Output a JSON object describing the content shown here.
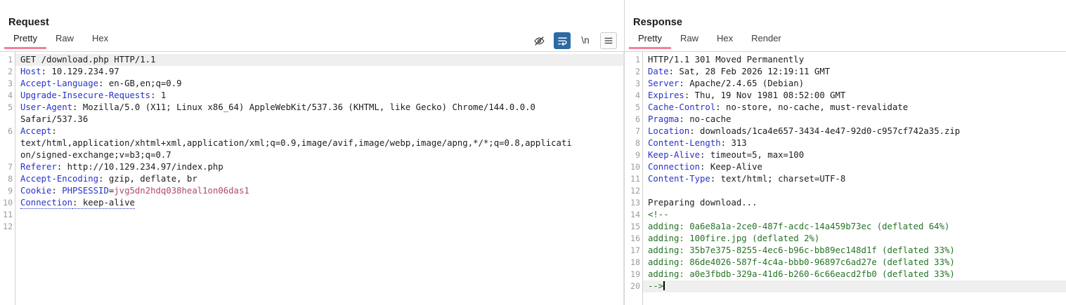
{
  "request": {
    "title": "Request",
    "tabs": [
      {
        "label": "Pretty",
        "active": true
      },
      {
        "label": "Raw",
        "active": false
      },
      {
        "label": "Hex",
        "active": false
      }
    ],
    "tools": [
      {
        "name": "eye-slash-icon",
        "label": ""
      },
      {
        "name": "word-wrap-icon",
        "label": ""
      },
      {
        "name": "newline-icon",
        "label": "\\n"
      },
      {
        "name": "menu-icon",
        "label": ""
      }
    ],
    "lines": [
      {
        "n": "1",
        "highlight": true,
        "segments": [
          {
            "t": "GET /download.php HTTP/1.1",
            "c": "val"
          }
        ]
      },
      {
        "n": "2",
        "highlight": false,
        "segments": [
          {
            "t": "Host",
            "c": "hdr"
          },
          {
            "t": ": 10.129.234.97",
            "c": "val"
          }
        ]
      },
      {
        "n": "3",
        "highlight": false,
        "segments": [
          {
            "t": "Accept-Language",
            "c": "hdr"
          },
          {
            "t": ": en-GB,en;q=0.9",
            "c": "val"
          }
        ]
      },
      {
        "n": "4",
        "highlight": false,
        "segments": [
          {
            "t": "Upgrade-Insecure-Requests",
            "c": "hdr"
          },
          {
            "t": ": 1",
            "c": "val"
          }
        ]
      },
      {
        "n": "5",
        "highlight": false,
        "segments": [
          {
            "t": "User-Agent",
            "c": "hdr"
          },
          {
            "t": ": Mozilla/5.0 (X11; Linux x86_64) AppleWebKit/537.36 (KHTML, like Gecko) Chrome/144.0.0.0",
            "c": "val"
          }
        ]
      },
      {
        "n": "",
        "highlight": false,
        "segments": [
          {
            "t": "Safari/537.36",
            "c": "val"
          }
        ]
      },
      {
        "n": "6",
        "highlight": false,
        "segments": [
          {
            "t": "Accept",
            "c": "hdr"
          },
          {
            "t": ":",
            "c": "val"
          }
        ]
      },
      {
        "n": "",
        "highlight": false,
        "segments": [
          {
            "t": "text/html,application/xhtml+xml,application/xml;q=0.9,image/avif,image/webp,image/apng,*/*;q=0.8,applicati",
            "c": "val"
          }
        ]
      },
      {
        "n": "",
        "highlight": false,
        "segments": [
          {
            "t": "on/signed-exchange;v=b3;q=0.7",
            "c": "val"
          }
        ]
      },
      {
        "n": "7",
        "highlight": false,
        "segments": [
          {
            "t": "Referer",
            "c": "hdr"
          },
          {
            "t": ": http://10.129.234.97/index.php",
            "c": "val"
          }
        ]
      },
      {
        "n": "8",
        "highlight": false,
        "segments": [
          {
            "t": "Accept-Encoding",
            "c": "hdr"
          },
          {
            "t": ": gzip, deflate, br",
            "c": "val"
          }
        ]
      },
      {
        "n": "9",
        "highlight": false,
        "segments": [
          {
            "t": "Cookie",
            "c": "hdr"
          },
          {
            "t": ": ",
            "c": "val"
          },
          {
            "t": "PHPSESSID",
            "c": "hdr"
          },
          {
            "t": "=",
            "c": "val"
          },
          {
            "t": "jvg5dn2hdq038heal1on06das1",
            "c": "cookieval"
          }
        ]
      },
      {
        "n": "10",
        "highlight": false,
        "segments": [
          {
            "t": "Connection",
            "c": "hdr dotted"
          },
          {
            "t": ": keep-alive",
            "c": "val dotted"
          }
        ]
      },
      {
        "n": "11",
        "highlight": false,
        "segments": []
      },
      {
        "n": "12",
        "highlight": false,
        "segments": []
      }
    ]
  },
  "response": {
    "title": "Response",
    "tabs": [
      {
        "label": "Pretty",
        "active": true
      },
      {
        "label": "Raw",
        "active": false
      },
      {
        "label": "Hex",
        "active": false
      },
      {
        "label": "Render",
        "active": false
      }
    ],
    "lines": [
      {
        "n": "1",
        "highlight": false,
        "segments": [
          {
            "t": "HTTP/1.1 301 Moved Permanently",
            "c": "val"
          }
        ]
      },
      {
        "n": "2",
        "highlight": false,
        "segments": [
          {
            "t": "Date",
            "c": "hdr"
          },
          {
            "t": ": Sat, 28 Feb 2026 12:19:11 GMT",
            "c": "val"
          }
        ]
      },
      {
        "n": "3",
        "highlight": false,
        "segments": [
          {
            "t": "Server",
            "c": "hdr"
          },
          {
            "t": ": Apache/2.4.65 (Debian)",
            "c": "val"
          }
        ]
      },
      {
        "n": "4",
        "highlight": false,
        "segments": [
          {
            "t": "Expires",
            "c": "hdr"
          },
          {
            "t": ": Thu, 19 Nov 1981 08:52:00 GMT",
            "c": "val"
          }
        ]
      },
      {
        "n": "5",
        "highlight": false,
        "segments": [
          {
            "t": "Cache-Control",
            "c": "hdr"
          },
          {
            "t": ": no-store, no-cache, must-revalidate",
            "c": "val"
          }
        ]
      },
      {
        "n": "6",
        "highlight": false,
        "segments": [
          {
            "t": "Pragma",
            "c": "hdr"
          },
          {
            "t": ": no-cache",
            "c": "val"
          }
        ]
      },
      {
        "n": "7",
        "highlight": false,
        "segments": [
          {
            "t": "Location",
            "c": "hdr"
          },
          {
            "t": ": downloads/1ca4e657-3434-4e47-92d0-c957cf742a35.zip",
            "c": "val"
          }
        ]
      },
      {
        "n": "8",
        "highlight": false,
        "segments": [
          {
            "t": "Content-Length",
            "c": "hdr"
          },
          {
            "t": ": 313",
            "c": "val"
          }
        ]
      },
      {
        "n": "9",
        "highlight": false,
        "segments": [
          {
            "t": "Keep-Alive",
            "c": "hdr"
          },
          {
            "t": ": timeout=5, max=100",
            "c": "val"
          }
        ]
      },
      {
        "n": "10",
        "highlight": false,
        "segments": [
          {
            "t": "Connection",
            "c": "hdr"
          },
          {
            "t": ": Keep-Alive",
            "c": "val"
          }
        ]
      },
      {
        "n": "11",
        "highlight": false,
        "segments": [
          {
            "t": "Content-Type",
            "c": "hdr"
          },
          {
            "t": ": text/html; charset=UTF-8",
            "c": "val"
          }
        ]
      },
      {
        "n": "12",
        "highlight": false,
        "segments": []
      },
      {
        "n": "13",
        "highlight": false,
        "segments": [
          {
            "t": "Preparing download...",
            "c": "val"
          }
        ]
      },
      {
        "n": "14",
        "highlight": false,
        "segments": [
          {
            "t": "<!--",
            "c": "comment"
          }
        ]
      },
      {
        "n": "15",
        "highlight": false,
        "segments": [
          {
            "t": "adding: 0a6e8a1a-2ce0-487f-acdc-14a459b73ec (deflated 64%)",
            "c": "comment"
          }
        ]
      },
      {
        "n": "16",
        "highlight": false,
        "segments": [
          {
            "t": "adding: 100fire.jpg (deflated 2%)",
            "c": "comment"
          }
        ]
      },
      {
        "n": "17",
        "highlight": false,
        "segments": [
          {
            "t": "adding: 35b7e375-8255-4ec6-b96c-bb89ec148d1f (deflated 33%)",
            "c": "comment"
          }
        ]
      },
      {
        "n": "18",
        "highlight": false,
        "segments": [
          {
            "t": "adding: 86de4026-587f-4c4a-bbb0-96897c6ad27e (deflated 33%)",
            "c": "comment"
          }
        ]
      },
      {
        "n": "19",
        "highlight": false,
        "segments": [
          {
            "t": "adding: a0e3fbdb-329a-41d6-b260-6c66eacd2fb0 (deflated 33%)",
            "c": "comment"
          }
        ]
      },
      {
        "n": "20",
        "highlight": true,
        "caret": true,
        "segments": [
          {
            "t": "-->",
            "c": "comment"
          }
        ]
      }
    ]
  },
  "colors": {
    "accent_tab_underline": "#f2819b",
    "header_name": "#2733c9",
    "cookie_value": "#b04a63",
    "comment_green": "#257326",
    "active_tool_blue": "#2b6aa3",
    "line_highlight": "#efefef"
  }
}
